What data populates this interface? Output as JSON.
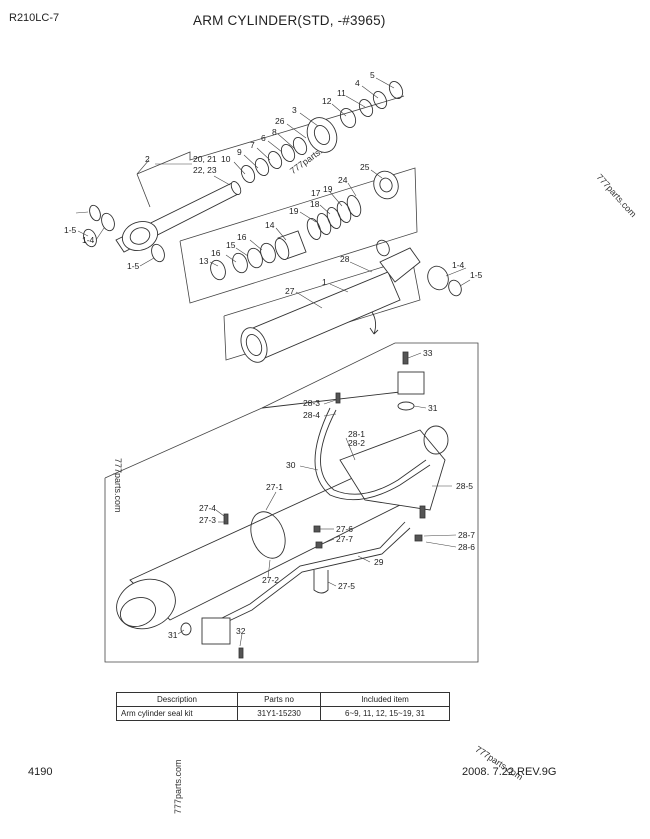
{
  "header": {
    "model": "R210LC-7",
    "title": "ARM CYLINDER(STD, -#3965)"
  },
  "footer": {
    "page_number": "4190",
    "revision": "2008. 7.22 REV.9G"
  },
  "watermarks": [
    "777parts.com",
    "777parts.com",
    "777parts.com",
    "777parts.com",
    "777parts.com"
  ],
  "callouts": {
    "c1": "1",
    "c2": "2",
    "c3": "3",
    "c4": "4",
    "c5": "5",
    "c6": "6",
    "c7": "7",
    "c8": "8",
    "c9": "9",
    "c10": "10",
    "c11": "11",
    "c12": "12",
    "c13": "13",
    "c14": "14",
    "c15": "15",
    "c16": "16",
    "c17": "17",
    "c18": "18",
    "c19a": "19",
    "c19b": "19",
    "c20": "20, 21",
    "c22": "22, 23",
    "c24": "24",
    "c25": "25",
    "c26": "26",
    "c27": "27",
    "c28": "28",
    "c14l": "1-4",
    "c15l": "1-5",
    "c15b": "1-5",
    "c14r": "1-4",
    "c15r": "1-5",
    "c33": "33",
    "c283": "28-3",
    "c284": "28-4",
    "c31a": "31",
    "c281": "28-1",
    "c282": "28-2",
    "c30": "30",
    "c271": "27-1",
    "c274": "27-4",
    "c273": "27-3",
    "c276": "27-6",
    "c277": "27-7",
    "c285": "28-5",
    "c287": "28-7",
    "c286": "28-6",
    "c29": "29",
    "c272": "27-2",
    "c275": "27-5",
    "c31b": "31",
    "c32": "32"
  },
  "kit_table": {
    "headers": [
      "Description",
      "Parts no",
      "Included item"
    ],
    "rows": [
      [
        "Arm cylinder seal kit",
        "31Y1-15230",
        "6~9, 11, 12, 15~19, 31"
      ]
    ]
  }
}
